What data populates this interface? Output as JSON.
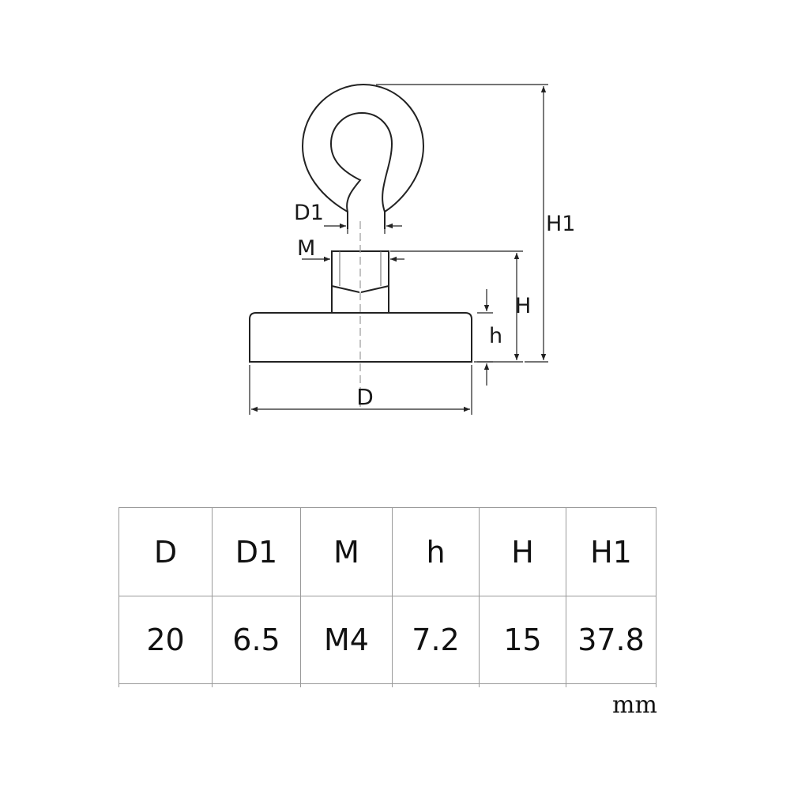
{
  "diagram": {
    "labels": {
      "D": "D",
      "D1": "D1",
      "M": "M",
      "h": "h",
      "H": "H",
      "H1": "H1"
    }
  },
  "table": {
    "headers": [
      "D",
      "D1",
      "M",
      "h",
      "H",
      "H1"
    ],
    "values": [
      "20",
      "6.5",
      "M4",
      "7.2",
      "15",
      "37.8"
    ]
  },
  "unit": "mm"
}
